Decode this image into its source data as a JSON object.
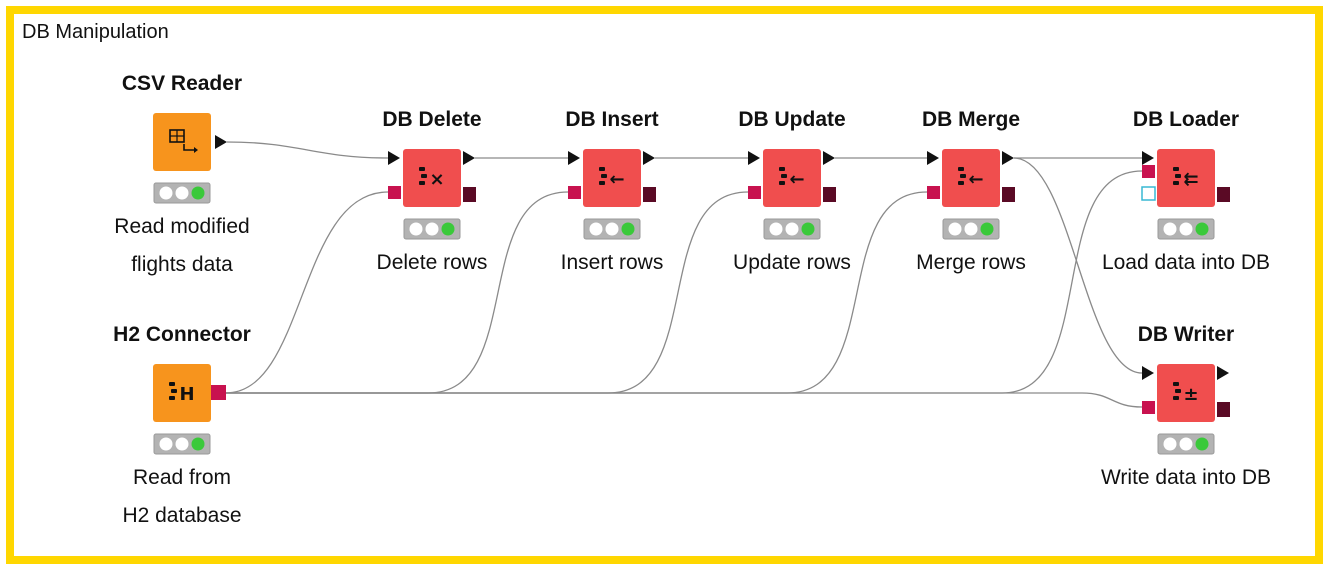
{
  "workflow": {
    "annotation_title": "DB Manipulation"
  },
  "colors": {
    "frame": "#ffd700",
    "source_node": "#f7941d",
    "db_node": "#f04e4e",
    "db_port": "#c8124f",
    "data_out_port": "#5a0a25",
    "connection": "#8a8a8a",
    "status_green": "#3ac93a"
  },
  "nodes": [
    {
      "id": "csv_reader",
      "type": "source",
      "title": "CSV Reader",
      "label": [
        "Read modified",
        "flights data"
      ],
      "icon": "table-arrow-icon"
    },
    {
      "id": "h2_connector",
      "type": "source",
      "title": "H2 Connector",
      "label": [
        "Read from",
        "H2 database"
      ],
      "icon": "db-h-icon",
      "icon_text": "H"
    },
    {
      "id": "db_delete",
      "type": "db",
      "title": "DB Delete",
      "label": [
        "Delete rows"
      ],
      "icon": "db-delete-icon",
      "icon_text": "×"
    },
    {
      "id": "db_insert",
      "type": "db",
      "title": "DB Insert",
      "label": [
        "Insert rows"
      ],
      "icon": "db-insert-icon",
      "icon_text": "←"
    },
    {
      "id": "db_update",
      "type": "db",
      "title": "DB Update",
      "label": [
        "Update rows"
      ],
      "icon": "db-update-icon",
      "icon_text": "←"
    },
    {
      "id": "db_merge",
      "type": "db",
      "title": "DB Merge",
      "label": [
        "Merge rows"
      ],
      "icon": "db-merge-icon",
      "icon_text": "←"
    },
    {
      "id": "db_loader",
      "type": "db",
      "title": "DB Loader",
      "label": [
        "Load data into DB"
      ],
      "icon": "db-loader-icon",
      "icon_text": "⇇"
    },
    {
      "id": "db_writer",
      "type": "db",
      "title": "DB Writer",
      "label": [
        "Write data into DB"
      ],
      "icon": "db-writer-icon",
      "icon_text": "±"
    }
  ],
  "connections": [
    {
      "from": "csv_reader",
      "to": "db_delete",
      "kind": "data"
    },
    {
      "from": "db_delete",
      "to": "db_insert",
      "kind": "data"
    },
    {
      "from": "db_insert",
      "to": "db_update",
      "kind": "data"
    },
    {
      "from": "db_update",
      "to": "db_merge",
      "kind": "data"
    },
    {
      "from": "db_merge",
      "to": "db_loader",
      "kind": "data"
    },
    {
      "from": "db_merge",
      "to": "db_writer",
      "kind": "data"
    },
    {
      "from": "h2_connector",
      "to": "db_delete",
      "kind": "db"
    },
    {
      "from": "h2_connector",
      "to": "db_insert",
      "kind": "db"
    },
    {
      "from": "h2_connector",
      "to": "db_update",
      "kind": "db"
    },
    {
      "from": "h2_connector",
      "to": "db_merge",
      "kind": "db"
    },
    {
      "from": "h2_connector",
      "to": "db_loader",
      "kind": "db"
    },
    {
      "from": "h2_connector",
      "to": "db_writer",
      "kind": "db"
    }
  ]
}
